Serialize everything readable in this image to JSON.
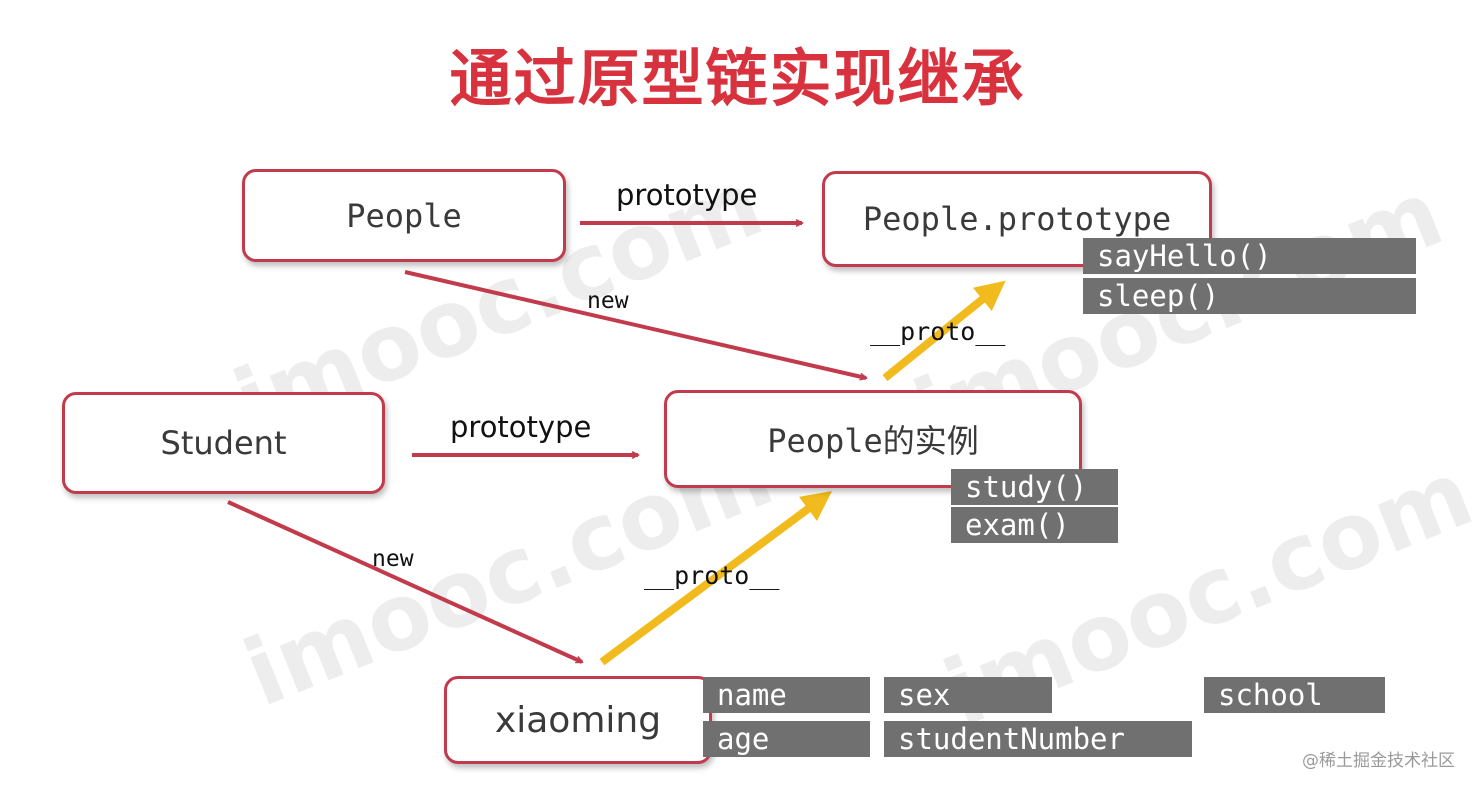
{
  "title": "通过原型链实现继承",
  "colors": {
    "title": "#d8323f",
    "box_border": "#c23b4c",
    "red_arrow": "#c23b4c",
    "proto_arrow": "#f2bb1d",
    "tag_bg": "#707070"
  },
  "watermark": "imooc.com",
  "nodes": {
    "people": "People",
    "people_prototype": "People.prototype",
    "student": "Student",
    "people_instance": "People的实例",
    "xiaoming": "xiaoming"
  },
  "edges": {
    "people_prototype_label": "prototype",
    "people_new_label": "new",
    "instance_proto_label": "__proto__",
    "student_prototype_label": "prototype",
    "student_new_label": "new",
    "xiaoming_proto_label": "__proto__"
  },
  "methods": {
    "people_prototype": [
      "sayHello()",
      "sleep()"
    ],
    "people_instance": [
      "study()",
      "exam()"
    ]
  },
  "properties": {
    "name": "name",
    "sex": "sex",
    "school": "school",
    "age": "age",
    "student_number": "studentNumber"
  },
  "credit": "@稀土掘金技术社区"
}
